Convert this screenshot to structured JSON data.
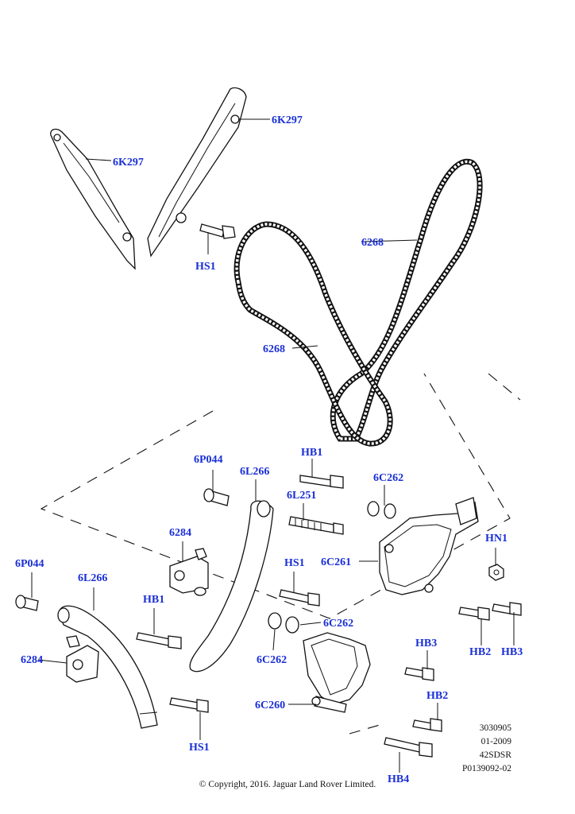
{
  "labels": {
    "tg_left": "6K297",
    "tg_right": "6K297",
    "hs1_top": "HS1",
    "chain_upper": "6268",
    "chain_lower": "6268",
    "p044_right": "6P044",
    "hb1_top": "HB1",
    "l266_right": "6L266",
    "l251": "6L251",
    "c262_top": "6C262",
    "c261": "6C261",
    "hn1": "HN1",
    "t6284_right": "6284",
    "hs1_mid": "HS1",
    "p044_left": "6P044",
    "l266_left": "6L266",
    "hb1_left": "HB1",
    "t6284_left": "6284",
    "c262_mid": "6C262",
    "c262_low": "6C262",
    "hb3_mid": "HB3",
    "hb2_right": "HB2",
    "hb3_right": "HB3",
    "c260": "6C260",
    "hb2_low": "HB2",
    "hs1_low": "HS1",
    "hb4": "HB4"
  },
  "references": [
    "3030905",
    "01-2009",
    "42SDSR",
    "P0139092-02"
  ],
  "copyright": "© Copyright, 2016. Jaguar Land Rover Limited.",
  "colors": {
    "label": "#1a2fd6",
    "line": "#111111",
    "background": "#ffffff"
  }
}
